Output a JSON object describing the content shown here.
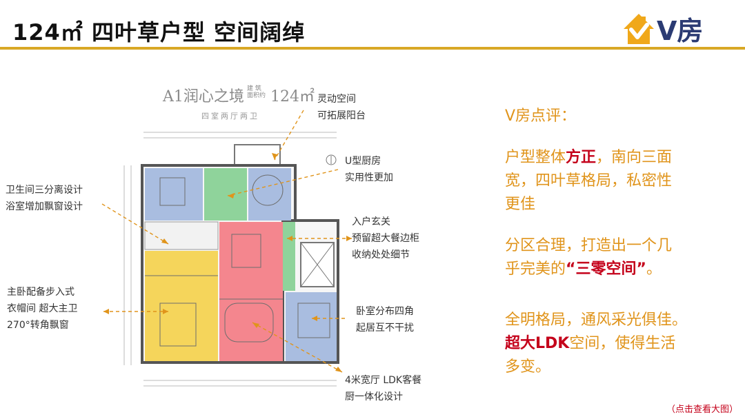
{
  "header": {
    "title": "124㎡ 四叶草户型 空间阔绰",
    "logo_text": "V房"
  },
  "plan": {
    "name": "A1润心之境",
    "meta_line1": "建 筑",
    "meta_line2": "面积约",
    "area": "124㎡",
    "subtitle": "四室两厅两卫"
  },
  "annotations": {
    "balcony": [
      "灵动空间",
      "可拓展阳台"
    ],
    "kitchen": [
      "U型厨房",
      "实用性更加"
    ],
    "bath": [
      "卫生间三分离设计",
      "浴室增加飘窗设计"
    ],
    "entry": [
      "入户玄关",
      "预留超大餐边柜",
      "收纳处处细节"
    ],
    "master": [
      "主卧配备步入式",
      "衣帽间 超大主卫",
      "270°转角飘窗"
    ],
    "corners": [
      "卧室分布四角",
      "起居互不干扰"
    ],
    "living": [
      "4米宽厅 LDK客餐",
      "厨一体化设计"
    ]
  },
  "review": {
    "title": "V房点评：",
    "p1_a": "户型整体",
    "p1_hl": "方正",
    "p1_b": "，南向三面",
    "p1_c": "宽，四叶草格局，私密性",
    "p1_d": "更佳",
    "p2_a": "分区合理，打造出一个几",
    "p2_b": "乎完美的",
    "p2_hl": "“三零空间”",
    "p2_c": "。",
    "p3_a": "全明格局，通风采光俱佳。",
    "p3_hl": "超大LDK",
    "p3_b": "空间，使得生活",
    "p3_c": "多变。"
  },
  "footer_note": "（点击查看大图）",
  "colors": {
    "accent": "#d9a825",
    "review": "#e0941b",
    "highlight": "#c4001a",
    "room_blue": "#a9bde0",
    "room_green": "#8fd39b",
    "room_pink": "#f4868e",
    "room_yellow": "#f5d55b"
  }
}
